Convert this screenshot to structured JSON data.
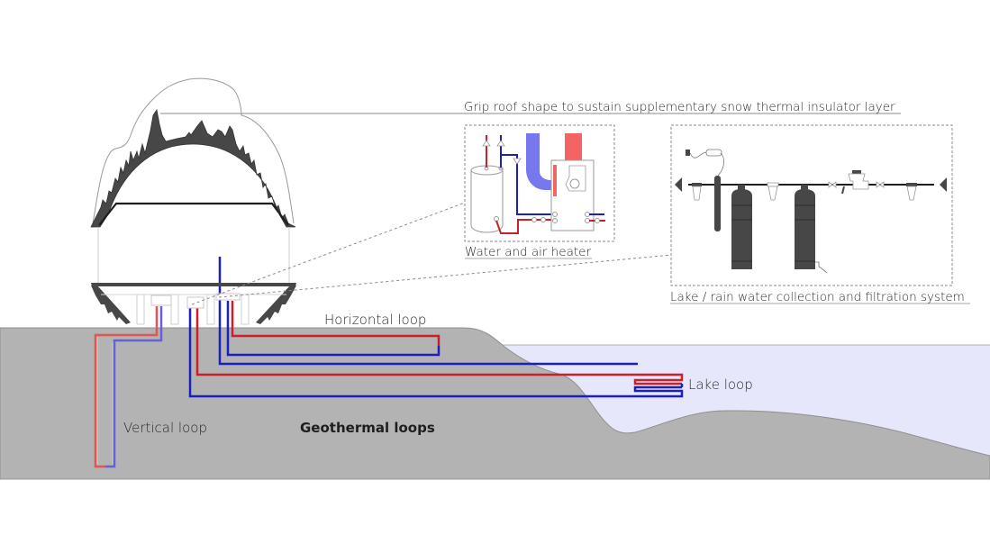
{
  "title": "Geothermal loops",
  "colors": {
    "ground": "#b3b3b3",
    "ground_edge": "#8f8f8f",
    "lake": "#e6e7fb",
    "roof_dark": "#474747",
    "hot_pipe": "#cc1f26",
    "cold_pipe": "#1c1fbf",
    "hot_pipe_light": "#e25555",
    "cold_pipe_light": "#6363d9",
    "air_cold": "#7777ee",
    "air_hot": "#f56464",
    "callout_line": "#8a8a8a",
    "text": "#2b2b2b"
  },
  "labels": {
    "roof_callout": "Grip roof shape to sustain supplementary snow thermal insulator layer",
    "heater_caption": "Water and air heater",
    "filtration_caption": "Lake / rain water collection and filtration system",
    "horizontal_loop": "Horizontal loop",
    "lake_loop": "Lake loop",
    "vertical_loop": "Vertical loop",
    "geothermal_loops": "Geothermal loops"
  },
  "components": {
    "building": "snow-covered dome shelter",
    "heater_panel": [
      "water heater tank",
      "air handler with fan",
      "cold air duct",
      "hot air duct",
      "pipe valves"
    ],
    "filtration_panel": [
      "control box",
      "power outlet",
      "uv sterilizer",
      "filter tank 1",
      "filter tank 2",
      "sediment filters",
      "pressure regulator",
      "valves",
      "inlet arrow",
      "outlet arrow"
    ]
  }
}
